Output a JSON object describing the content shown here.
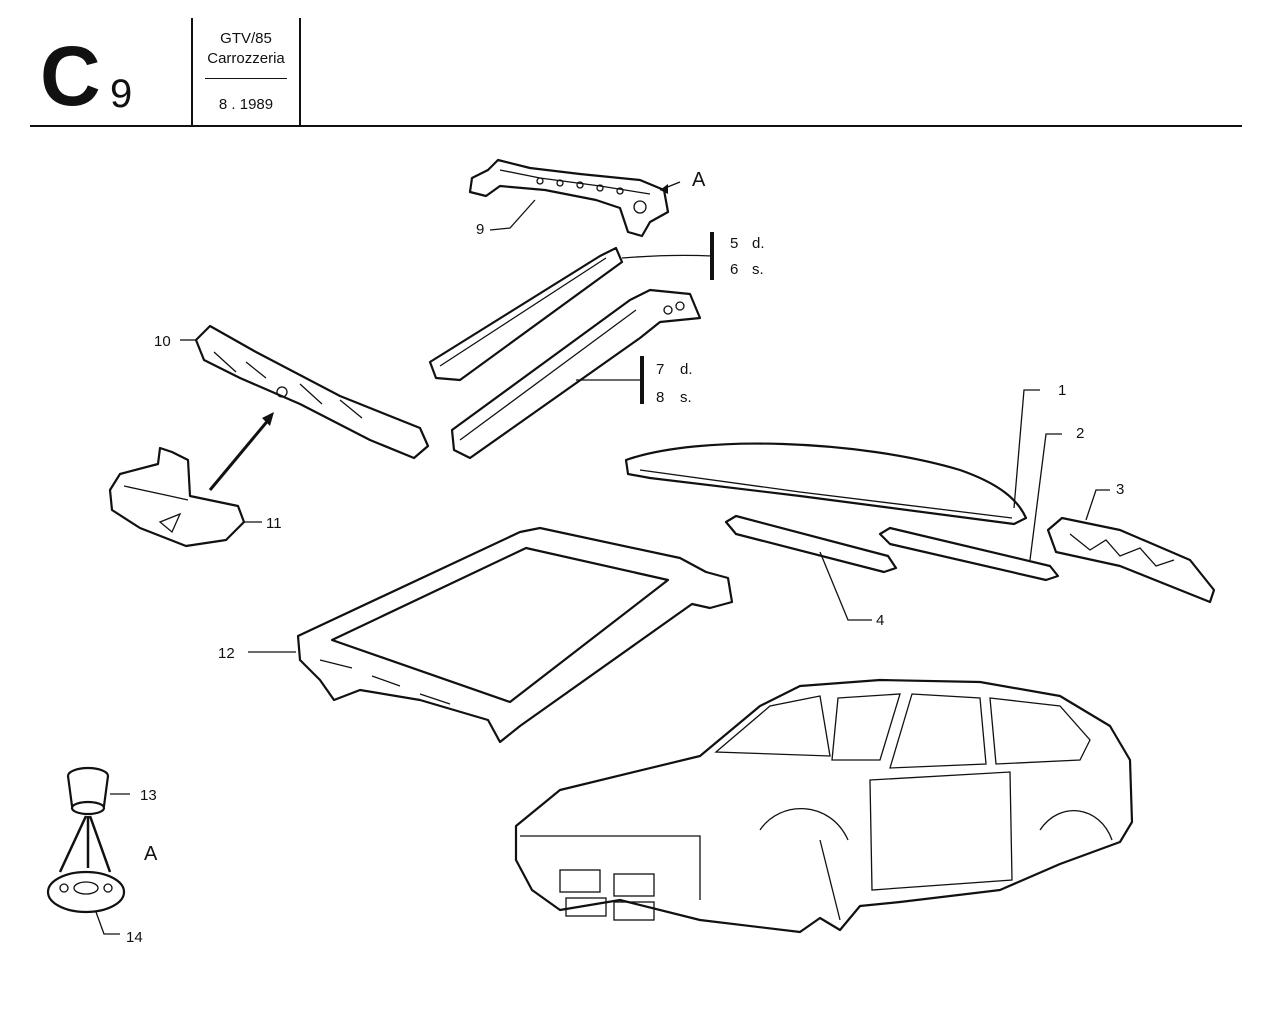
{
  "header": {
    "section_letter": "C",
    "section_number": "9",
    "model": "GTV/85",
    "group": "Carrozzeria",
    "date": "8 . 1989"
  },
  "callouts": {
    "p1": "1",
    "p2": "2",
    "p3": "3",
    "p4": "4",
    "p5": "5",
    "p5_side": "d.",
    "p6": "6",
    "p6_side": "s.",
    "p7": "7",
    "p7_side": "d.",
    "p8": "8",
    "p8_side": "s.",
    "p9": "9",
    "p10": "10",
    "p11": "11",
    "p12": "12",
    "p13": "13",
    "p14": "14",
    "view_a_top": "A",
    "view_a_detail": "A"
  }
}
